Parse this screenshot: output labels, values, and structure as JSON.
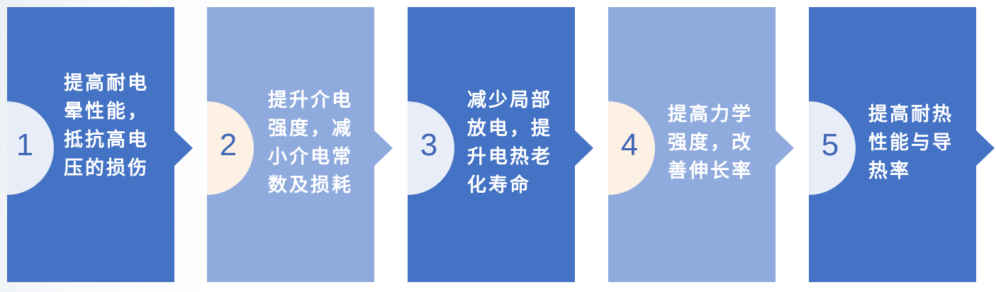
{
  "colors": {
    "dark_block": "#4472c4",
    "light_block": "#8faadc",
    "disc_dark": "#e8edf7",
    "disc_light": "#fdf1e6",
    "number": "#3f66b5"
  },
  "steps": [
    {
      "num": "1",
      "lines": [
        "提高耐电",
        "晕性能，",
        "抵抗高电",
        "压的损伤"
      ],
      "tone": "dark"
    },
    {
      "num": "2",
      "lines": [
        "提升介电",
        "强度，减",
        "小介电常",
        "数及损耗"
      ],
      "tone": "light"
    },
    {
      "num": "3",
      "lines": [
        "减少局部",
        "放电，提",
        "升电热老",
        "化寿命"
      ],
      "tone": "dark"
    },
    {
      "num": "4",
      "lines": [
        "提高力学",
        "强度，改",
        "善伸长率"
      ],
      "tone": "light"
    },
    {
      "num": "5",
      "lines": [
        "提高耐热",
        "性能与导",
        "热率"
      ],
      "tone": "dark"
    }
  ]
}
